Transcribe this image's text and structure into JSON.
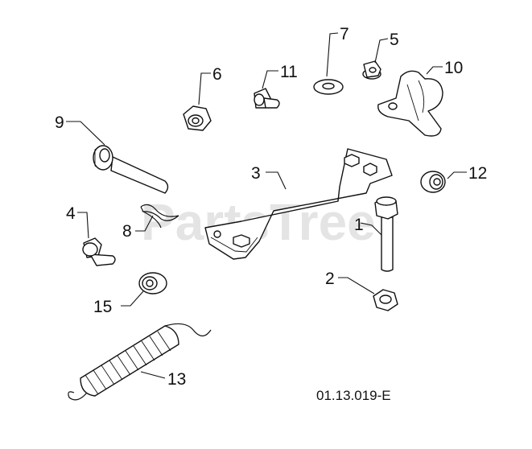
{
  "diagram": {
    "callouts": [
      "1",
      "2",
      "3",
      "4",
      "5",
      "6",
      "7",
      "8",
      "9",
      "10",
      "11",
      "12",
      "13",
      "15"
    ],
    "code": "01.13.019-E",
    "watermark": "PartsTree"
  }
}
